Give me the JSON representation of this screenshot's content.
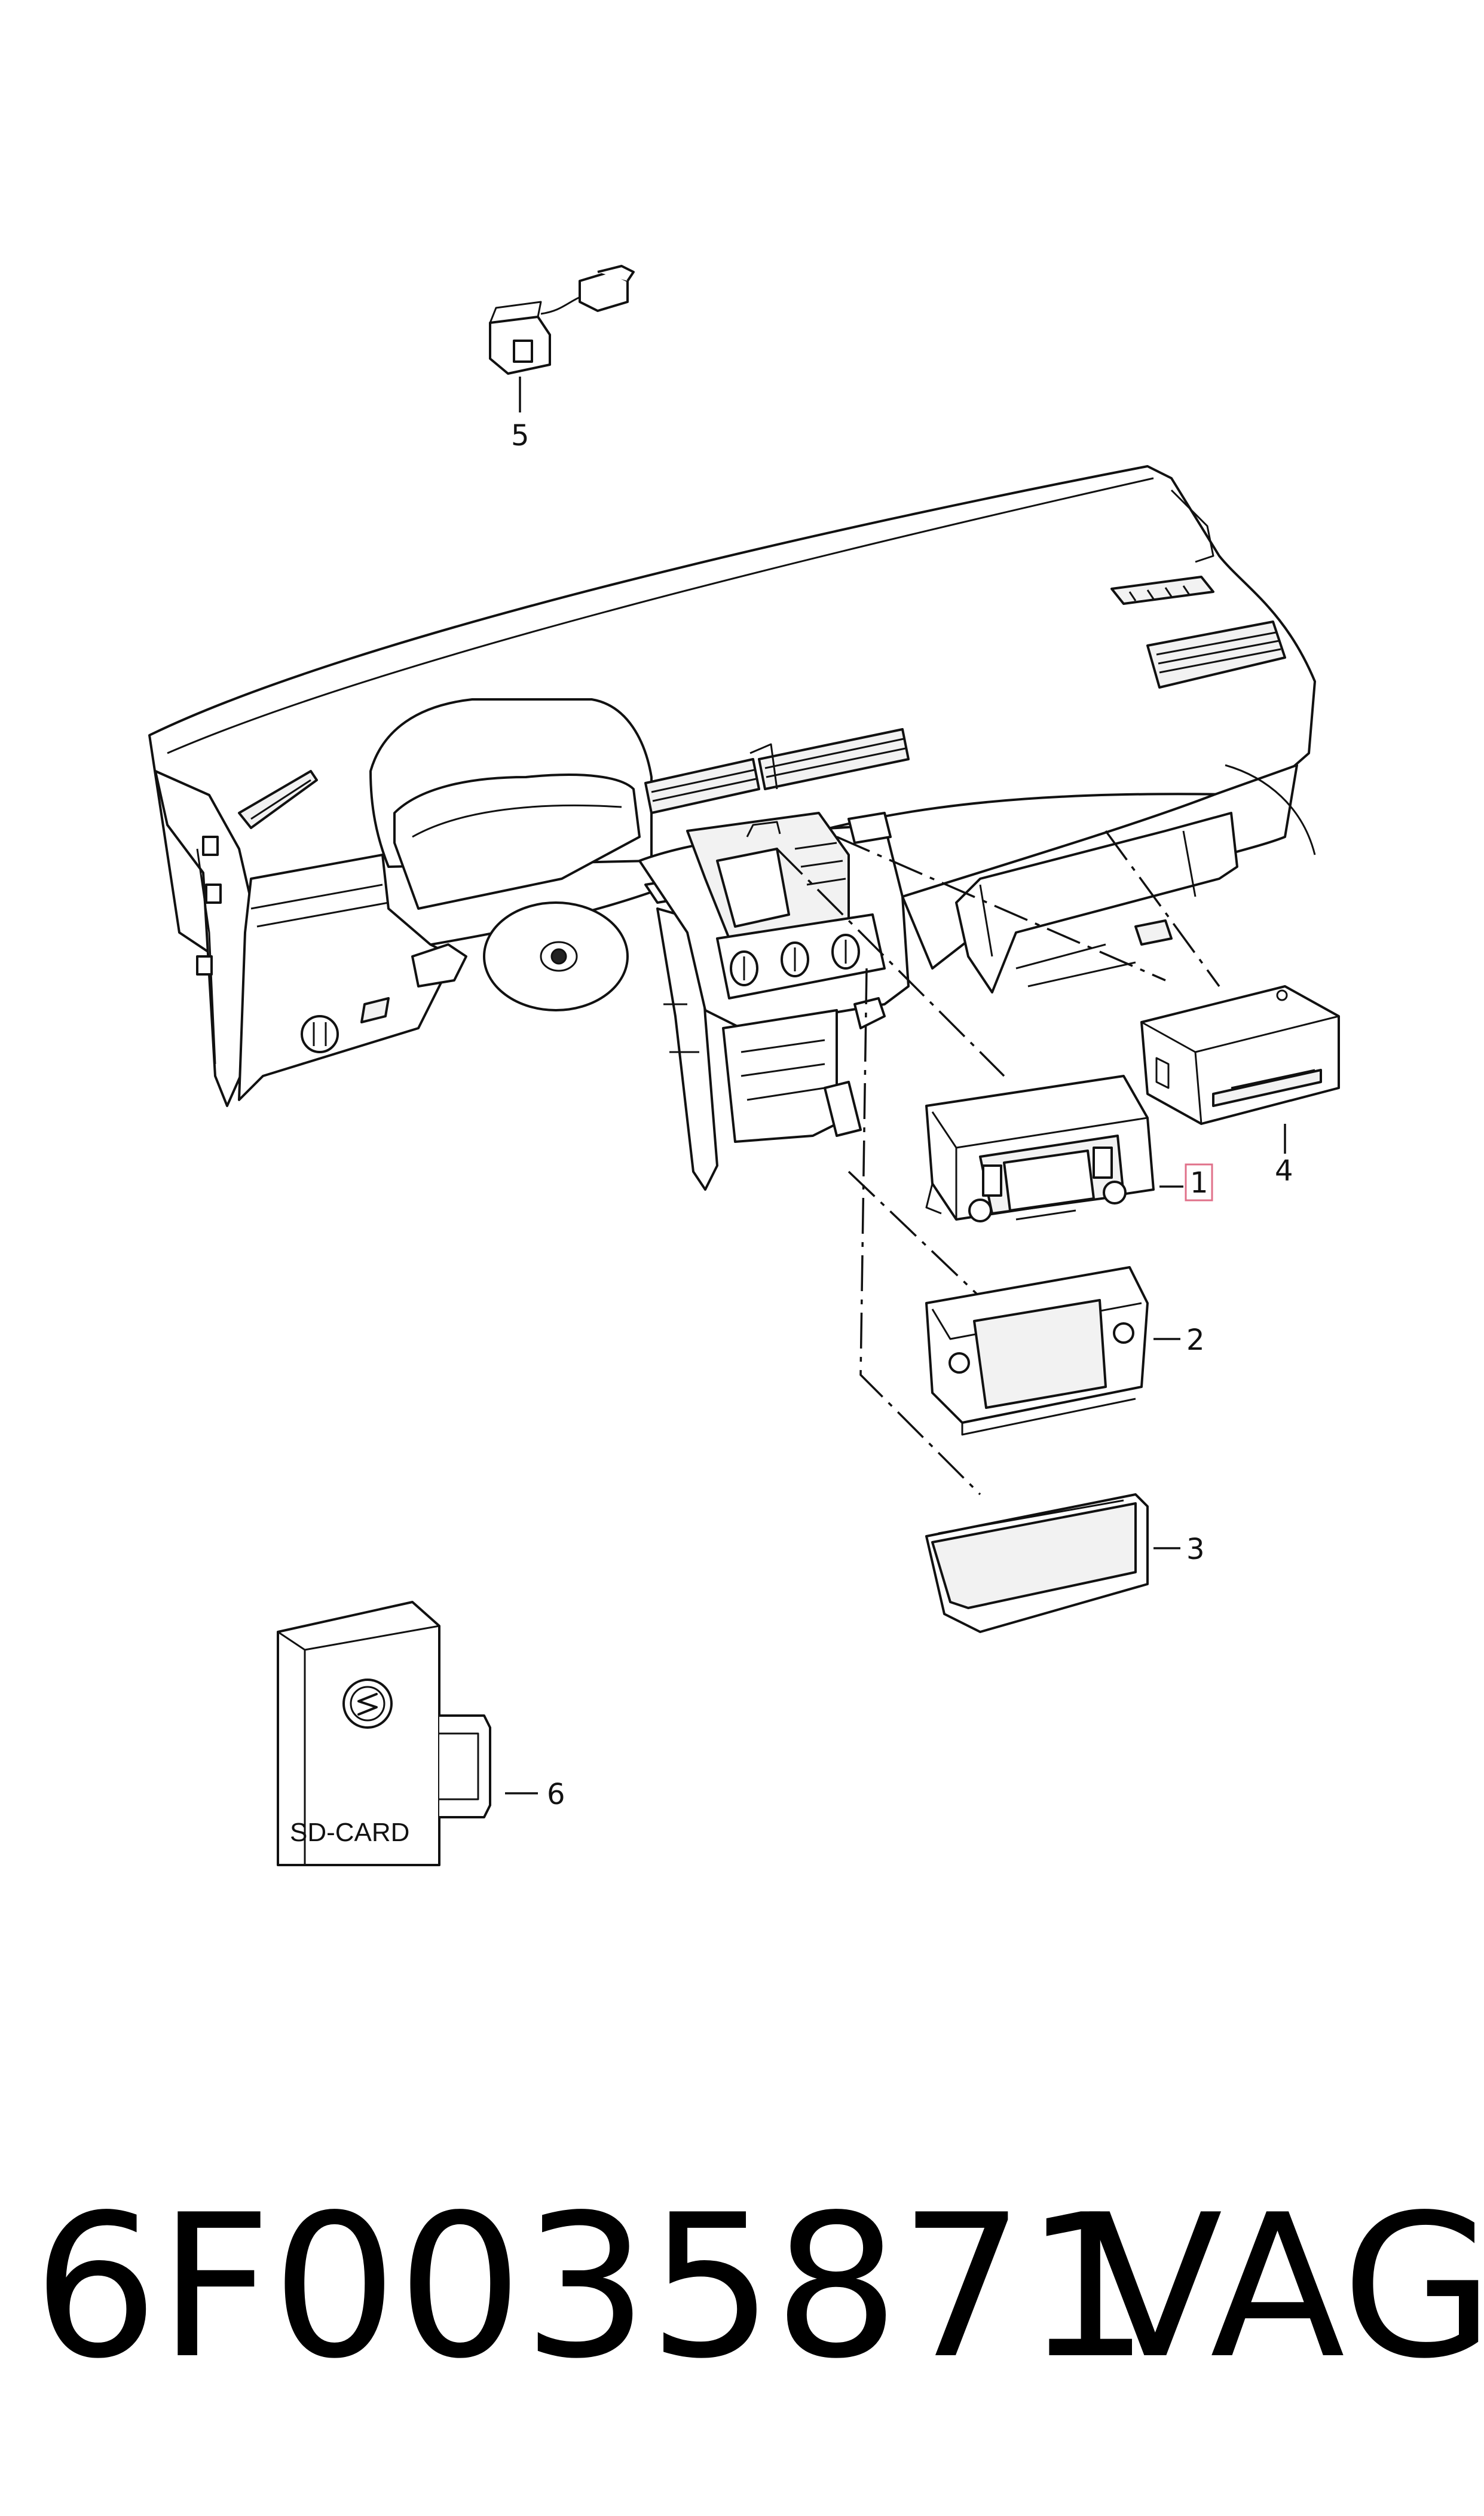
{
  "callouts": {
    "c1": "1",
    "c2": "2",
    "c3": "3",
    "c4": "4",
    "c5": "5",
    "c6": "6"
  },
  "sd_card": {
    "label": "SD-CARD"
  },
  "caption": {
    "part_number": "6F0035871",
    "brand": "VAG"
  },
  "colors": {
    "line": "#111111",
    "background": "#ffffff",
    "highlight": "#e0708a"
  }
}
